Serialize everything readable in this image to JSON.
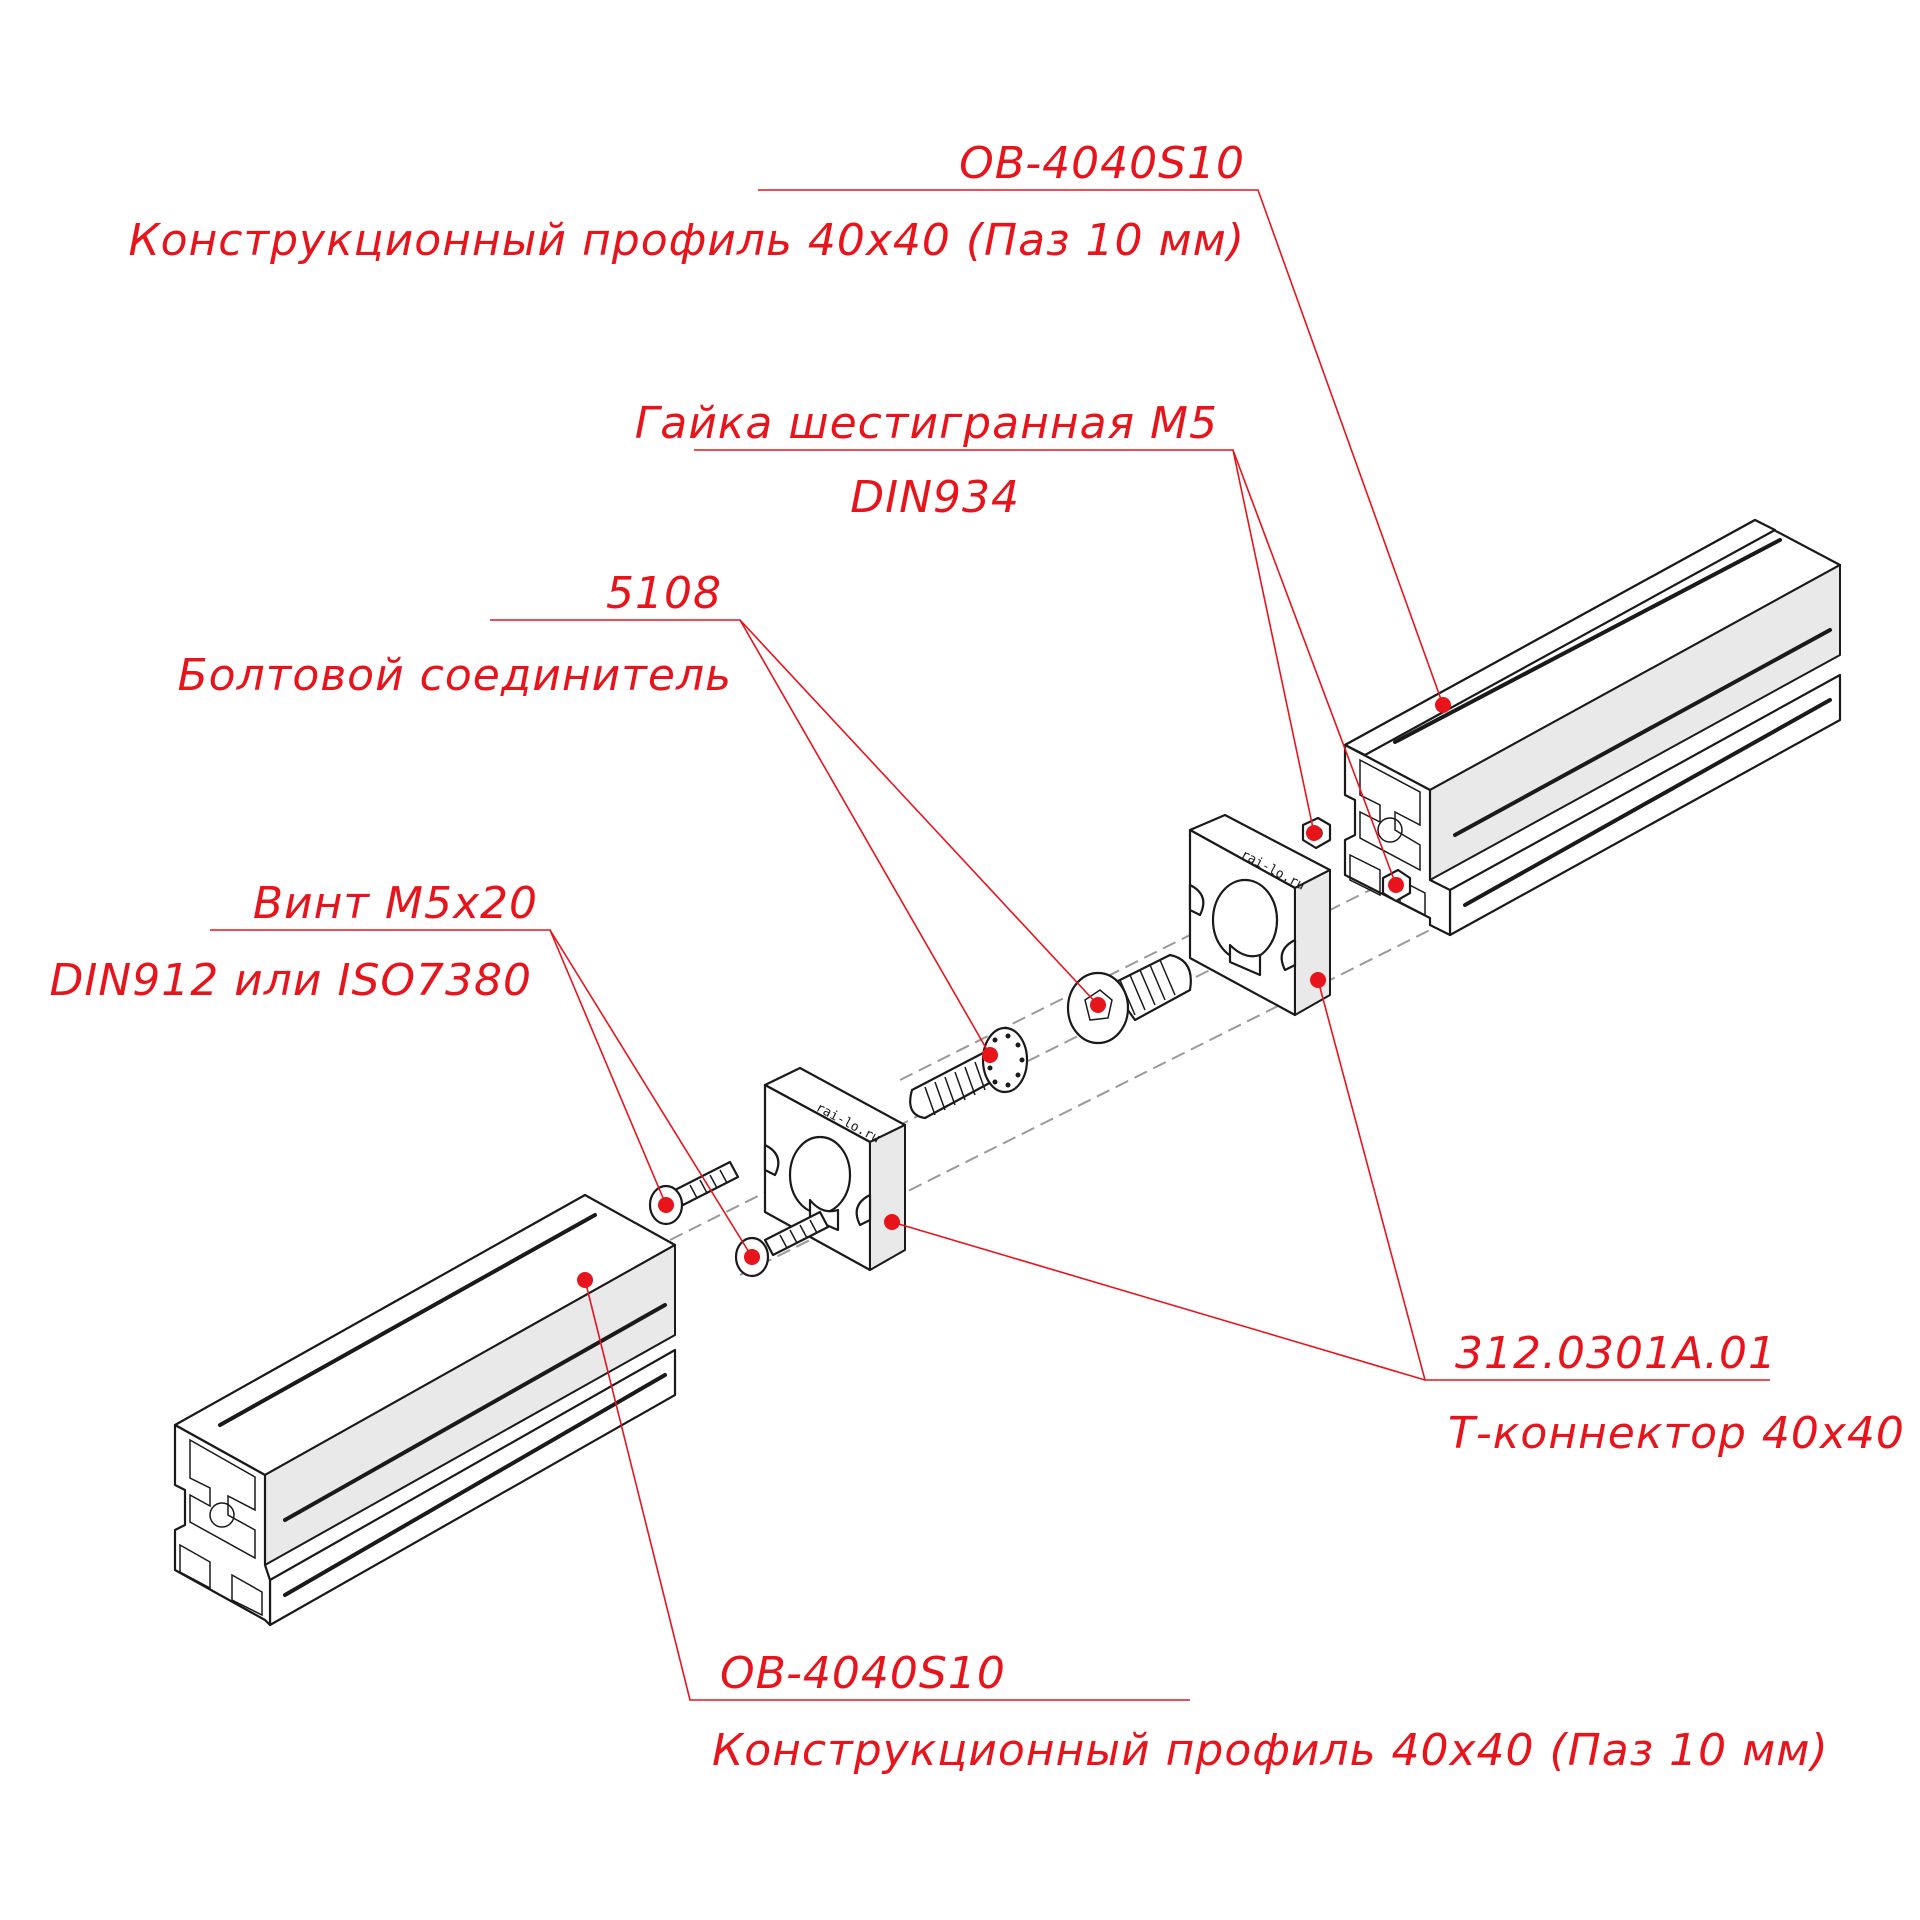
{
  "colors": {
    "annotation": "#e8141c",
    "outline": "#1a1a1a",
    "axis": "#9a9a9a"
  },
  "callouts": {
    "profile_top": {
      "code": "OB-4040S10",
      "name": "Конструкционный профиль 40х40 (Паз 10 мм)"
    },
    "hex_nut": {
      "code": "Гайка шестигранная М5",
      "name": "DIN934"
    },
    "bolt_connector": {
      "code": "5108",
      "name": "Болтовой соединитель"
    },
    "screw": {
      "code": "Винт М5х20",
      "name": "DIN912 или ISO7380"
    },
    "t_connector": {
      "code": "312.0301А.01",
      "name": "Т-коннектор 40х40"
    },
    "profile_bottom": {
      "code": "OB-4040S10",
      "name": "Конструкционный профиль 40х40 (Паз 10 мм)"
    }
  },
  "parts": [
    "profile-upper",
    "hex-nut",
    "t-connector",
    "bolt-connector",
    "socket-head-screw",
    "profile-lower"
  ]
}
